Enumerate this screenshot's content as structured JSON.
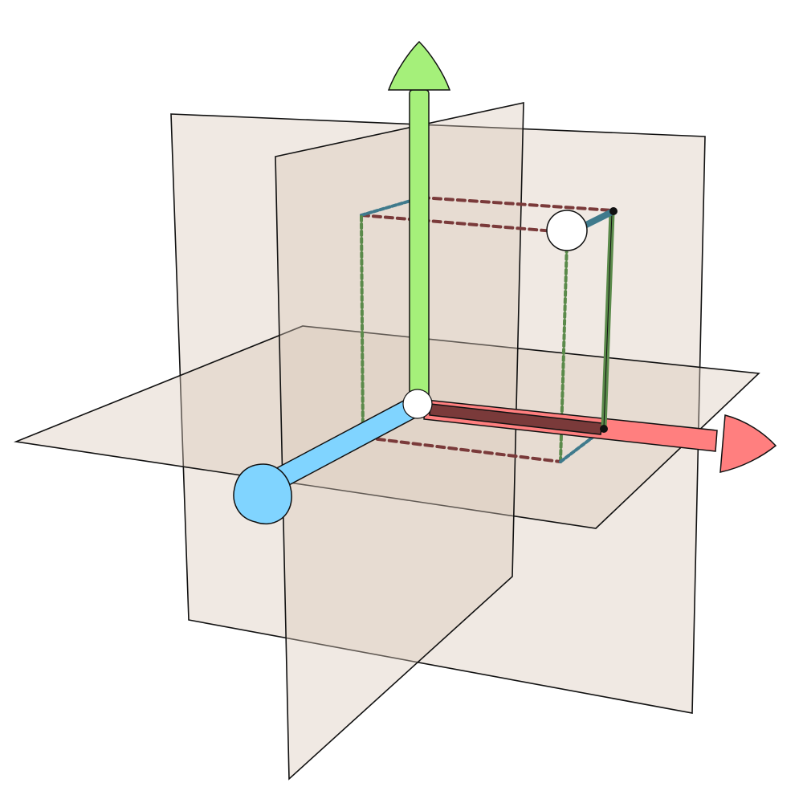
{
  "colors": {
    "background": "#ffffff",
    "plane_fill": "#d9c9b8",
    "plane_stroke": "#111111",
    "x_axis": "#ff7f7f",
    "y_axis": "#a5f07a",
    "z_axis": "#80d4ff",
    "x_inner": "#7a3a3a",
    "y_segment": "#5a8a4a",
    "z_segment": "#3f7a8c",
    "dash_x": "#7a3a3a",
    "dash_y": "#5a8a4a",
    "dash_z": "#3f7a8c",
    "point": "#ffffff"
  },
  "elements": {
    "planes": [
      "horizontal-plane",
      "vertical-plane-back",
      "vertical-plane-front"
    ],
    "axes": [
      "x-axis-arrow",
      "y-axis-arrow",
      "z-axis-arrow"
    ],
    "point_marker": "point-sphere",
    "origin_marker": "origin-sphere"
  }
}
